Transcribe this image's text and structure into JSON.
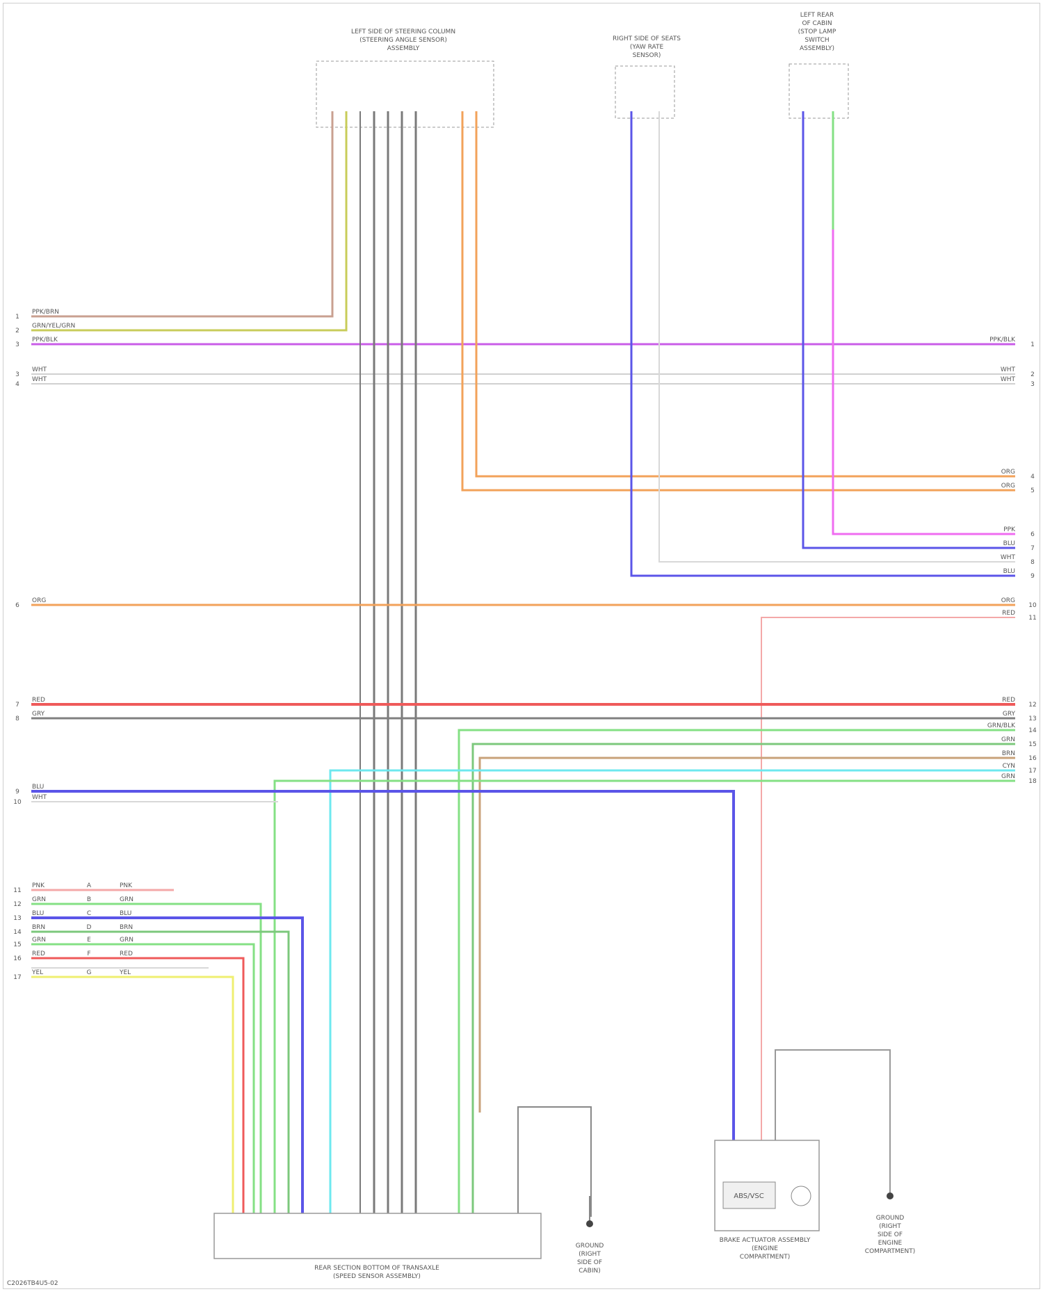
{
  "diagram": {
    "footer_code": "C2026TB4U5-02",
    "components": [
      {
        "id": "lh_disp",
        "label_lines": [
          "LEFT SIDE OF STEERING COLUMN",
          "(STEERING ANGLE SENSOR)",
          "ASSEMBLY"
        ]
      },
      {
        "id": "yaw",
        "label_lines": [
          "RIGHT SIDE OF SEATS",
          "(YAW RATE",
          "SENSOR)"
        ]
      },
      {
        "id": "combo",
        "label_lines": [
          "LEFT REAR",
          "OF CABIN",
          "(STOP LAMP",
          "SWITCH",
          "ASSEMBLY)"
        ]
      },
      {
        "id": "trans",
        "label_lines": [
          "REAR SECTION BOTTOM OF TRANSAXLE",
          "(SPEED SENSOR ASSEMBLY)"
        ]
      },
      {
        "id": "gnd1",
        "label_lines": [
          "GROUND",
          "(RIGHT",
          "SIDE OF",
          "CABIN)"
        ]
      },
      {
        "id": "abs",
        "label_lines": [
          "BRAKE ACTUATOR ASSEMBLY",
          "(ENGINE",
          "COMPARTMENT)"
        ]
      },
      {
        "id": "gnd2",
        "label_lines": [
          "GROUND",
          "(RIGHT",
          "SIDE OF",
          "ENGINE",
          "COMPARTMENT)"
        ]
      }
    ],
    "abs_unit_label": "ABS/VSC",
    "left_rows": [
      {
        "id": "l1",
        "num": "1",
        "code": "PPK/BRN"
      },
      {
        "id": "l2",
        "num": "2",
        "code": "GRN/YEL/GRN"
      },
      {
        "id": "l3",
        "num": "3",
        "code": "PPK/BLK"
      },
      {
        "id": "l4",
        "num": "3",
        "code": "WHT"
      },
      {
        "id": "l5",
        "num": "4",
        "code": "WHT"
      },
      {
        "id": "l6",
        "num": "6",
        "code": "ORG"
      },
      {
        "id": "l7",
        "num": "7",
        "code": "RED"
      },
      {
        "id": "l8",
        "num": "8",
        "code": "GRY"
      },
      {
        "id": "l9",
        "num": "9",
        "code": "BLU"
      },
      {
        "id": "l10",
        "num": "10",
        "code": "WHT"
      }
    ],
    "right_rows": [
      {
        "id": "r1",
        "num": "1",
        "code": "PPK/BLK"
      },
      {
        "id": "r2",
        "num": "2",
        "code": "WHT"
      },
      {
        "id": "r3",
        "num": "3",
        "code": "WHT"
      },
      {
        "id": "r4",
        "num": "4",
        "code": "ORG"
      },
      {
        "id": "r5",
        "num": "5",
        "code": "ORG"
      },
      {
        "id": "r6",
        "num": "6",
        "code": "PPK"
      },
      {
        "id": "r7",
        "num": "7",
        "code": "BLU"
      },
      {
        "id": "r8",
        "num": "8",
        "code": "WHT"
      },
      {
        "id": "r9",
        "num": "9",
        "code": "BLU"
      },
      {
        "id": "r10",
        "num": "10",
        "code": "ORG"
      },
      {
        "id": "r11",
        "num": "11",
        "code": "RED"
      },
      {
        "id": "r12",
        "num": "12",
        "code": "RED"
      },
      {
        "id": "r13",
        "num": "13",
        "code": "GRY"
      },
      {
        "id": "r14",
        "num": "14",
        "code": "GRN/BLK"
      },
      {
        "id": "r15",
        "num": "15",
        "code": "GRN"
      },
      {
        "id": "r16",
        "num": "16",
        "code": "BRN"
      },
      {
        "id": "r17",
        "num": "17",
        "code": "CYN"
      },
      {
        "id": "r18",
        "num": "18",
        "code": "GRN"
      }
    ],
    "bottom_left_rows": [
      {
        "id": "b1",
        "num": "11",
        "a": "PNK",
        "b": "A",
        "c": "PNK"
      },
      {
        "id": "b2",
        "num": "12",
        "a": "GRN",
        "b": "B",
        "c": "GRN"
      },
      {
        "id": "b3",
        "num": "13",
        "a": "BLU",
        "b": "C",
        "c": "BLU"
      },
      {
        "id": "b4",
        "num": "14",
        "a": "BRN",
        "b": "D",
        "c": "BRN"
      },
      {
        "id": "b5",
        "num": "15",
        "a": "GRN",
        "b": "E",
        "c": "GRN"
      },
      {
        "id": "b6",
        "num": "16",
        "a": "RED",
        "b": "F",
        "c": "RED"
      },
      {
        "id": "b7",
        "num": "17",
        "a": "YEL",
        "b": "G",
        "c": "YEL"
      }
    ],
    "colors": {
      "brown": "#c9a090",
      "yellow_green": "#c8cc5a",
      "violet": "#c95de8",
      "white_wire": "#d8d8d8",
      "orange": "#f2a25a",
      "blue": "#5b55e8",
      "magenta": "#ef6cf0",
      "green": "#84e084",
      "red": "#ef5a5a",
      "gray_dark": "#808080",
      "green_dark": "#7cc87c",
      "tan": "#c8a27a",
      "cyan": "#6ee8ef",
      "pink": "#f4a8a8",
      "yellow": "#efef70",
      "black": "#555555"
    }
  }
}
